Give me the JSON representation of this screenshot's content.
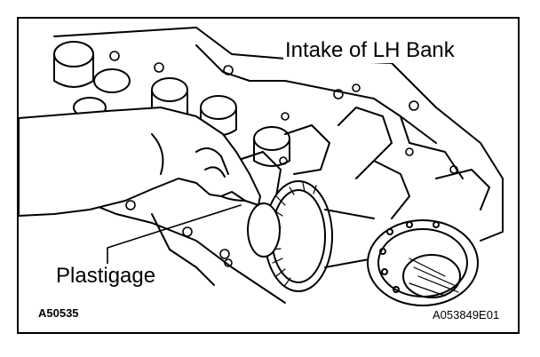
{
  "labels": {
    "top_callout": "Intake of LH Bank",
    "bottom_callout": "Plastigage",
    "left_code": "A50535",
    "right_code": "A053849E01"
  }
}
